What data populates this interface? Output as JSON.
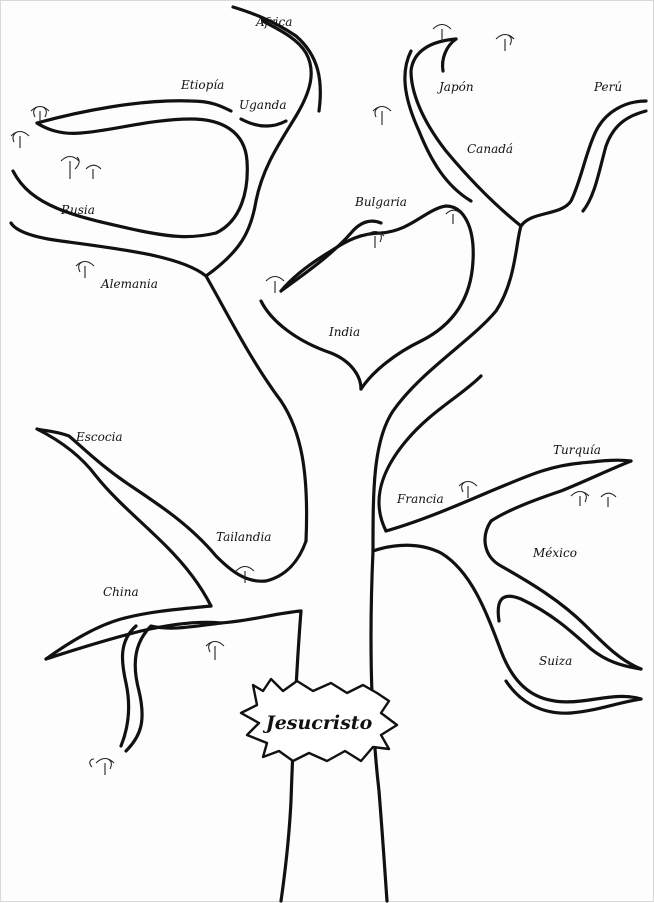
{
  "diagram": {
    "center_label": "Jesucristo",
    "branch_labels": {
      "africa": "Africa",
      "etiopia": "Etiopía",
      "uganda": "Uganda",
      "rusia": "Rusia",
      "alemania": "Alemania",
      "japon": "Japón",
      "canada": "Canadá",
      "peru": "Perú",
      "bulgaria": "Bulgaria",
      "india": "India",
      "escocia": "Escocia",
      "turquia": "Turquía",
      "china": "China",
      "tailandia": "Tailandia",
      "francia": "Francia",
      "mexico": "México",
      "suiza": "Suiza"
    }
  }
}
